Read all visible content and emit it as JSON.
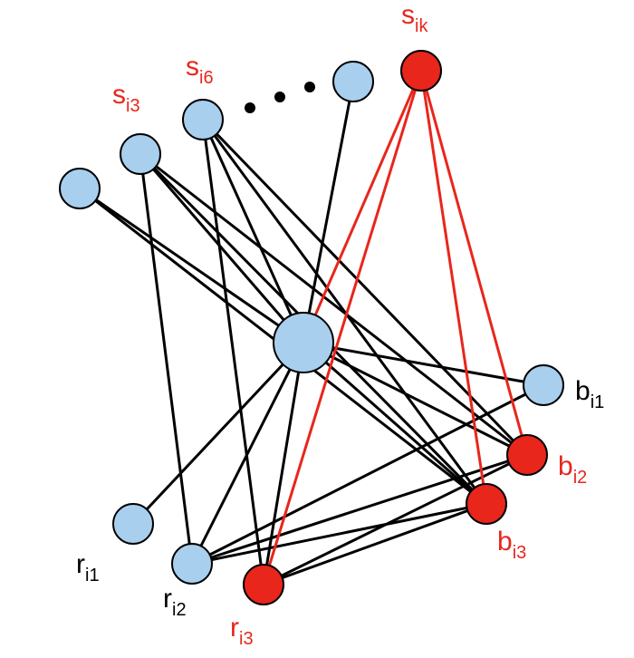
{
  "colors": {
    "node_blue": "#a9cfee",
    "node_red": "#e8261c",
    "edge_black": "#000000",
    "edge_red": "#e8261c",
    "label_black": "#000000",
    "label_red": "#e8261c",
    "ellipsis": "#000000"
  },
  "nodes": [
    {
      "id": "left",
      "color": "blue"
    },
    {
      "id": "s_i3",
      "color": "blue",
      "label": {
        "base": "s",
        "sub": "i3",
        "color": "red"
      }
    },
    {
      "id": "s_i6",
      "color": "blue",
      "label": {
        "base": "s",
        "sub": "i6",
        "color": "red"
      }
    },
    {
      "id": "s_i4",
      "color": "blue"
    },
    {
      "id": "s_ik",
      "color": "red",
      "label": {
        "base": "s",
        "sub": "ik",
        "color": "red"
      }
    },
    {
      "id": "center",
      "color": "blue"
    },
    {
      "id": "b_i1",
      "color": "blue",
      "label": {
        "base": "b",
        "sub": "i1",
        "color": "black"
      }
    },
    {
      "id": "b_i2",
      "color": "red",
      "label": {
        "base": "b",
        "sub": "i2",
        "color": "red"
      }
    },
    {
      "id": "b_i3",
      "color": "red",
      "label": {
        "base": "b",
        "sub": "i3",
        "color": "red"
      }
    },
    {
      "id": "r_i1",
      "color": "blue",
      "label": {
        "base": "r",
        "sub": "i1",
        "color": "black"
      }
    },
    {
      "id": "r_i2",
      "color": "blue",
      "label": {
        "base": "r",
        "sub": "i2",
        "color": "black"
      }
    },
    {
      "id": "r_i3",
      "color": "red",
      "label": {
        "base": "r",
        "sub": "i3",
        "color": "red"
      }
    }
  ],
  "edges": [
    {
      "from": "s_i3",
      "to": "center",
      "color": "black"
    },
    {
      "from": "s_i3",
      "to": "b_i2",
      "color": "black"
    },
    {
      "from": "s_i3",
      "to": "b_i3",
      "color": "black"
    },
    {
      "from": "s_i3",
      "to": "r_i2",
      "color": "black"
    },
    {
      "from": "s_i6",
      "to": "center",
      "color": "black"
    },
    {
      "from": "s_i6",
      "to": "b_i2",
      "color": "black"
    },
    {
      "from": "s_i6",
      "to": "b_i3",
      "color": "black"
    },
    {
      "from": "s_i6",
      "to": "r_i3",
      "color": "black"
    },
    {
      "from": "left",
      "to": "center",
      "color": "black"
    },
    {
      "from": "left",
      "to": "b_i3",
      "color": "black"
    },
    {
      "from": "s_i4",
      "to": "center",
      "color": "black"
    },
    {
      "from": "center",
      "to": "b_i1",
      "color": "black"
    },
    {
      "from": "center",
      "to": "b_i2",
      "color": "black"
    },
    {
      "from": "center",
      "to": "b_i3",
      "color": "black"
    },
    {
      "from": "center",
      "to": "r_i1",
      "color": "black"
    },
    {
      "from": "center",
      "to": "r_i2",
      "color": "black"
    },
    {
      "from": "center",
      "to": "r_i3",
      "color": "black"
    },
    {
      "from": "b_i1",
      "to": "r_i2",
      "color": "black"
    },
    {
      "from": "b_i2",
      "to": "r_i2",
      "color": "black"
    },
    {
      "from": "b_i2",
      "to": "r_i3",
      "color": "black"
    },
    {
      "from": "b_i3",
      "to": "r_i2",
      "color": "black"
    },
    {
      "from": "b_i3",
      "to": "r_i3",
      "color": "black"
    },
    {
      "from": "s_ik",
      "to": "center",
      "color": "red"
    },
    {
      "from": "s_ik",
      "to": "r_i3",
      "color": "red"
    },
    {
      "from": "s_ik",
      "to": "b_i2",
      "color": "red"
    },
    {
      "from": "s_ik",
      "to": "b_i3",
      "color": "red"
    }
  ],
  "ellipsis_dots": 3
}
